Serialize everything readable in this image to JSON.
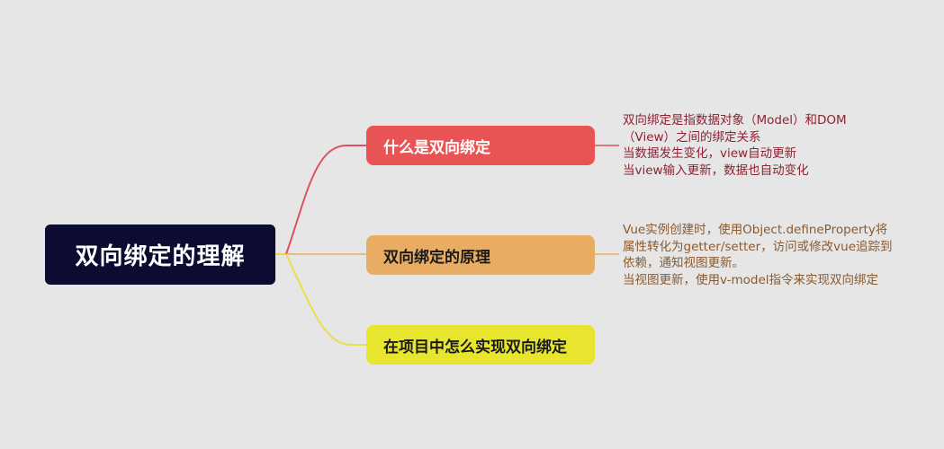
{
  "mindmap": {
    "root": {
      "label": "双向绑定的理解",
      "color": "#0c0c33"
    },
    "branches": [
      {
        "label": "什么是双向绑定",
        "color": "#e85454",
        "line_color": "#e0505e",
        "note": {
          "color": "#8e2232",
          "lines": [
            "双向绑定是指数据对象（Model）和DOM",
            "（View）之间的绑定关系",
            "当数据发生变化，view自动更新",
            "当view输入更新，数据也自动变化"
          ]
        }
      },
      {
        "label": "双向绑定的原理",
        "color": "#e8ad62",
        "line_color": "#e8ad62",
        "note": {
          "color": "#8a5a2e",
          "lines": [
            "Vue实例创建时，使用Object.defineProperty将",
            "属性转化为getter/setter，访问或修改vue追踪到",
            "依赖，通知视图更新。",
            "当视图更新，使用v-model指令来实现双向绑定"
          ]
        }
      },
      {
        "label": "在项目中怎么实现双向绑定",
        "color": "#e8e52e",
        "line_color": "#e8e04a"
      }
    ]
  }
}
